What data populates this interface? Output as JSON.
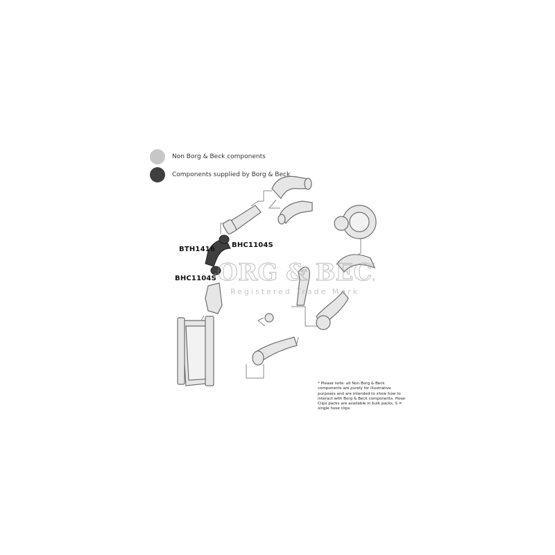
{
  "legend": {
    "items": [
      {
        "label": "Non Borg & Beck components",
        "color": "#c7c7c7"
      },
      {
        "label": "Components supplied by Borg & Beck",
        "color": "#3f3f3f"
      }
    ]
  },
  "parts": {
    "hose": "BTH1416",
    "clip_upper": "BHC1104S",
    "clip_lower": "BHC1104S"
  },
  "watermark": {
    "brand": "BORG & BECK",
    "subtitle": "Registered Trade Mark"
  },
  "note": {
    "text": "* Please note: all Non Borg & Beck components are purely for illustrative purposes and are intended to show how to interact with Borg & Beck components. Hose-Clips packs are available in bulk packs, S = single hose clips."
  },
  "colors": {
    "non_bb": "#c7c7c7",
    "bb": "#3f3f3f",
    "outline": "#6e6e6e",
    "connector": "#888888"
  }
}
